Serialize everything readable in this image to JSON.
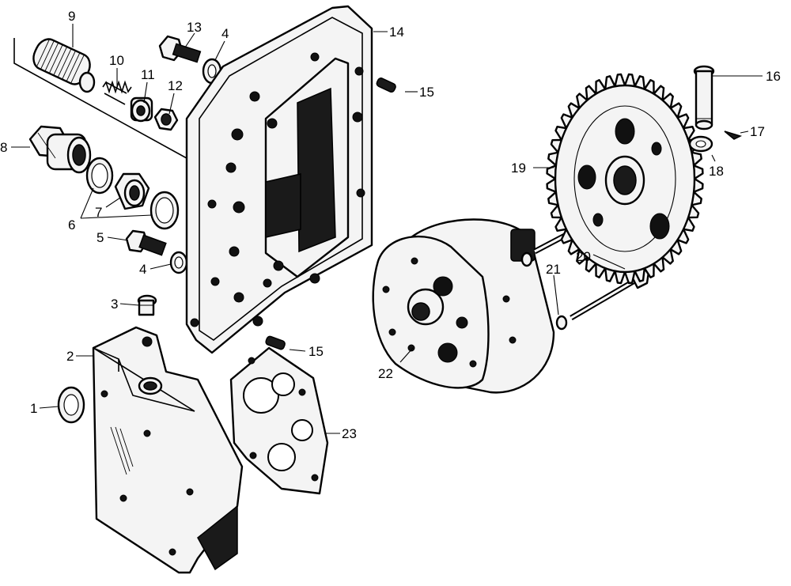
{
  "callouts": {
    "c1": "1",
    "c2": "2",
    "c3": "3",
    "c4a": "4",
    "c4b": "4",
    "c5": "5",
    "c6": "6",
    "c7": "7",
    "c8": "8",
    "c9": "9",
    "c10": "10",
    "c11": "11",
    "c12": "12",
    "c13": "13",
    "c14": "14",
    "c15a": "15",
    "c15b": "15",
    "c16": "16",
    "c17": "17",
    "c18": "18",
    "c19": "19",
    "c20": "20",
    "c21": "21",
    "c22": "22",
    "c23": "23"
  }
}
